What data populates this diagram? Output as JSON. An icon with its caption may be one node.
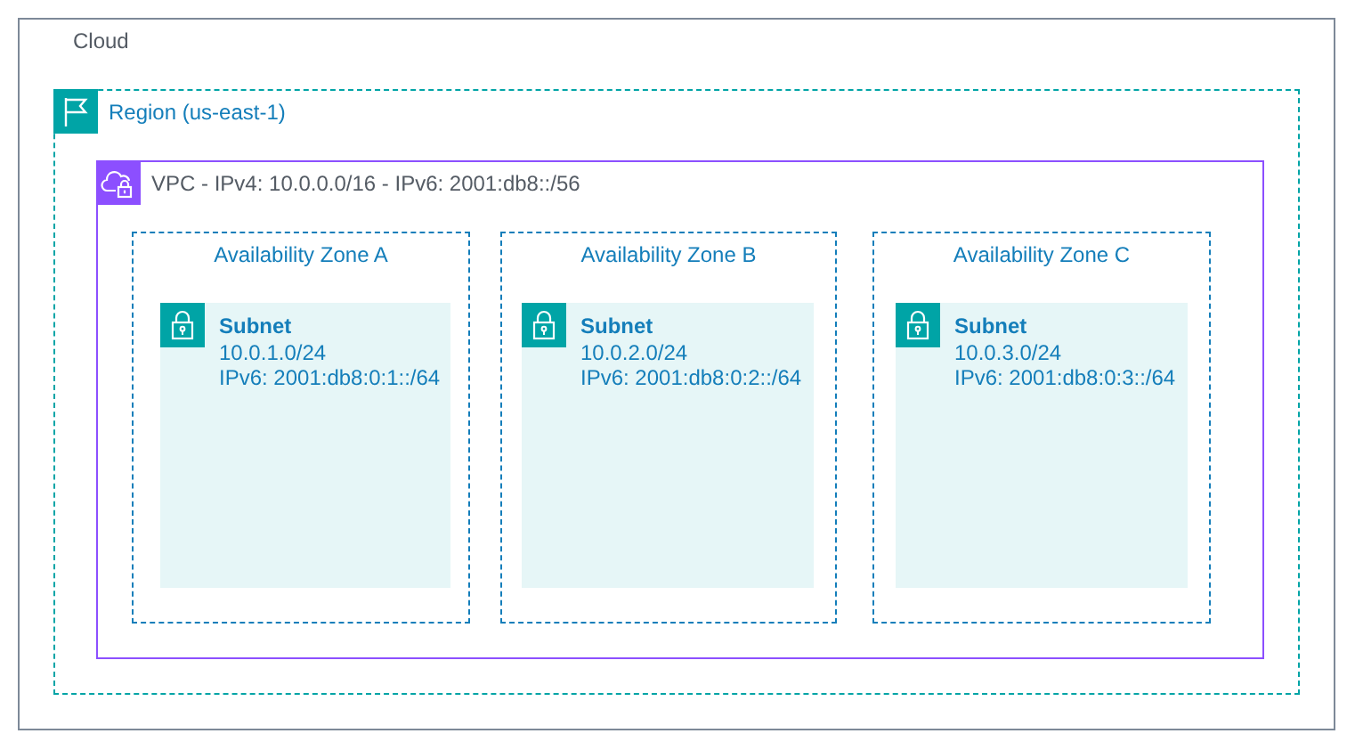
{
  "diagram": {
    "nodes": [
      {
        "text": [
          "Cloud"
        ]
      },
      {
        "text": [
          "Region (us-east-1)"
        ],
        "in": 0
      },
      {
        "text": [
          "VPC - IPv4: 10.0.0.0/16 - IPv6: 2001:db8::/56"
        ],
        "in": 1
      },
      {
        "text": [
          "Availability Zone A"
        ],
        "in": 2
      },
      {
        "text": [
          "Subnet",
          "10.0.1.0/24",
          "IPv6: 2001:db8:0:1::/64"
        ],
        "in": 3
      },
      {
        "text": [
          "Availability Zone B"
        ],
        "in": 2
      },
      {
        "text": [
          "Subnet",
          "10.0.2.0/24",
          "IPv6: 2001:db8:0:2::/64"
        ],
        "in": 5
      },
      {
        "text": [
          "Availability Zone C"
        ],
        "in": 2
      },
      {
        "text": [
          "Subnet",
          "10.0.3.0/24",
          "IPv6: 2001:db8:0:3::/64"
        ],
        "in": 7
      }
    ]
  }
}
